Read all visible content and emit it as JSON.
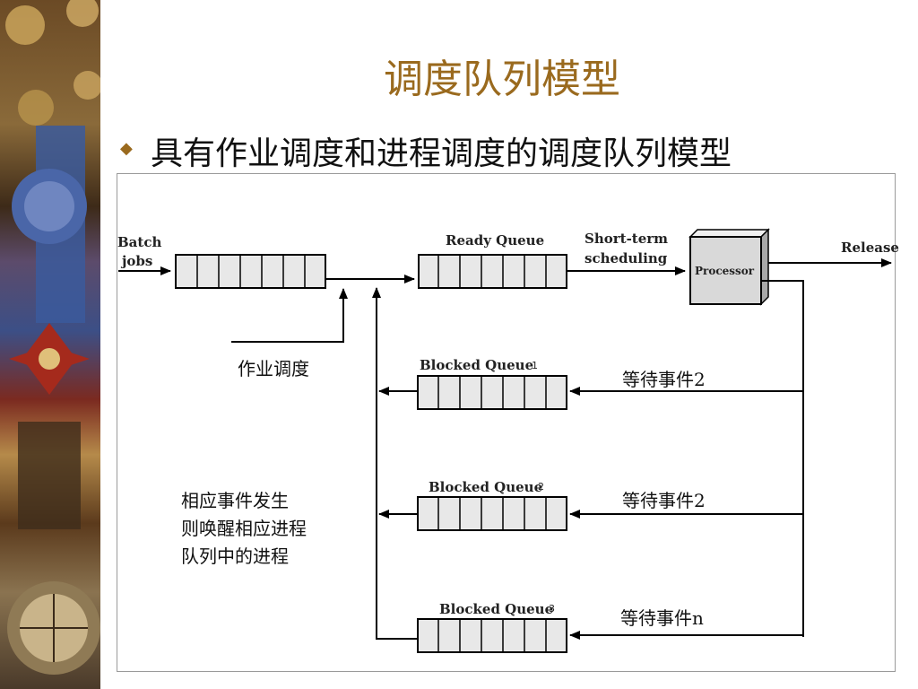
{
  "slide": {
    "title": "调度队列模型",
    "bullet_text": "具有作业调度和进程调度的调度队列模型"
  },
  "colors": {
    "title": "#9a6a1e",
    "bullet": "#9a6a1e",
    "line": "#000000",
    "queue_fill": "#e8e8e8",
    "processor_fill": "#d9d9d9"
  },
  "icons": {
    "bullet": "diamond-bullet"
  },
  "diagram": {
    "batch_jobs_label_1": "Batch",
    "batch_jobs_label_2": "jobs",
    "ready_queue_label": "Ready Queue",
    "short_term_label_1": "Short-term",
    "short_term_label_2": "scheduling",
    "processor_label": "Processor",
    "release_label": "Release",
    "job_scheduling_label": "作业调度",
    "blocked_queue_1_label": "Blocked Queue",
    "blocked_queue_1_num": "1",
    "blocked_queue_2_label": "Blocked Queue",
    "blocked_queue_2_num": "2",
    "blocked_queue_3_label": "Blocked Queue",
    "blocked_queue_3_num": "3",
    "wait_event_1": "等待事件2",
    "wait_event_2": "等待事件2",
    "wait_event_3": "等待事件n",
    "wakeup_line_1": "相应事件发生",
    "wakeup_line_2": "则唤醒相应进程",
    "wakeup_line_3": "队列中的进程"
  }
}
